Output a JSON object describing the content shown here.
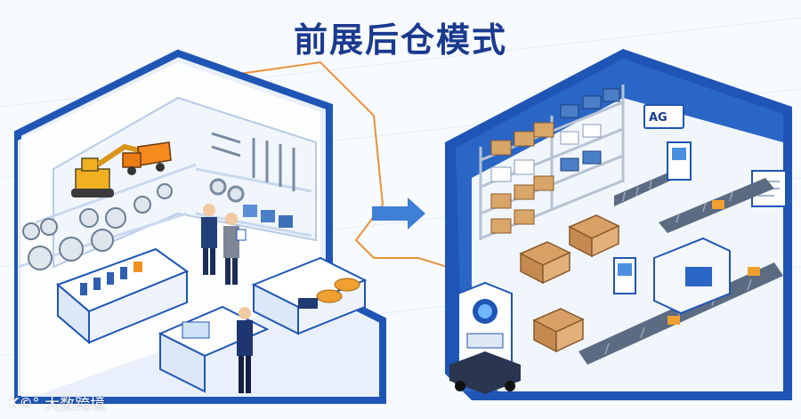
{
  "title": "前展后仓模式",
  "sign_label": "AG",
  "watermark": {
    "logo": "K©°",
    "text": "大数跨境"
  },
  "colors": {
    "title": "#1a3a8f",
    "frame_blue": "#1f55b5",
    "accent_orange": "#e8913a",
    "arrow_blue": "#3f7fd6"
  },
  "icons": [
    "showroom",
    "arrow-right-icon",
    "warehouse",
    "agv-robot-icon",
    "conveyor",
    "excavator-icon",
    "truck-icon"
  ]
}
